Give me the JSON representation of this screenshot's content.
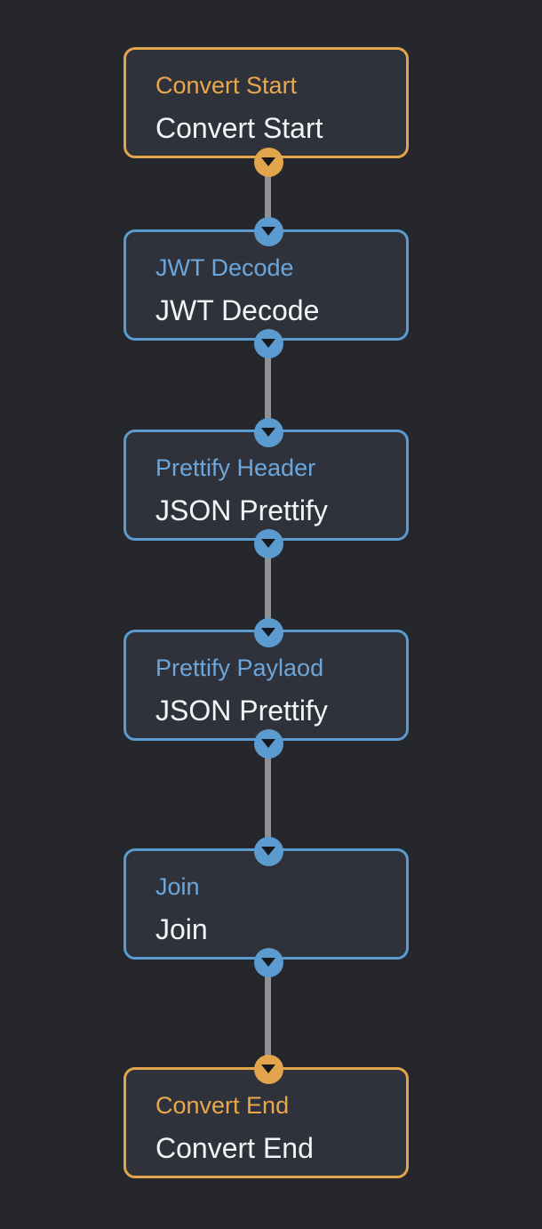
{
  "flow": {
    "nodes": [
      {
        "title": "Convert Start",
        "type": "Convert Start",
        "kind": "terminal"
      },
      {
        "title": "JWT Decode",
        "type": "JWT Decode",
        "kind": "operation"
      },
      {
        "title": "Prettify Header",
        "type": "JSON Prettify",
        "kind": "operation"
      },
      {
        "title": "Prettify Paylaod",
        "type": "JSON Prettify",
        "kind": "operation"
      },
      {
        "title": "Join",
        "type": "Join",
        "kind": "operation"
      },
      {
        "title": "Convert End",
        "type": "Convert End",
        "kind": "terminal"
      }
    ]
  },
  "colors": {
    "background": "#26272c",
    "node_fill": "#30323b",
    "terminal_accent": "#e3a54c",
    "operation_accent": "#5b9bd0",
    "connector": "#8f9196",
    "node_type_text": "#f3f4f6"
  },
  "icons": {
    "port": "chevron-down-icon"
  }
}
